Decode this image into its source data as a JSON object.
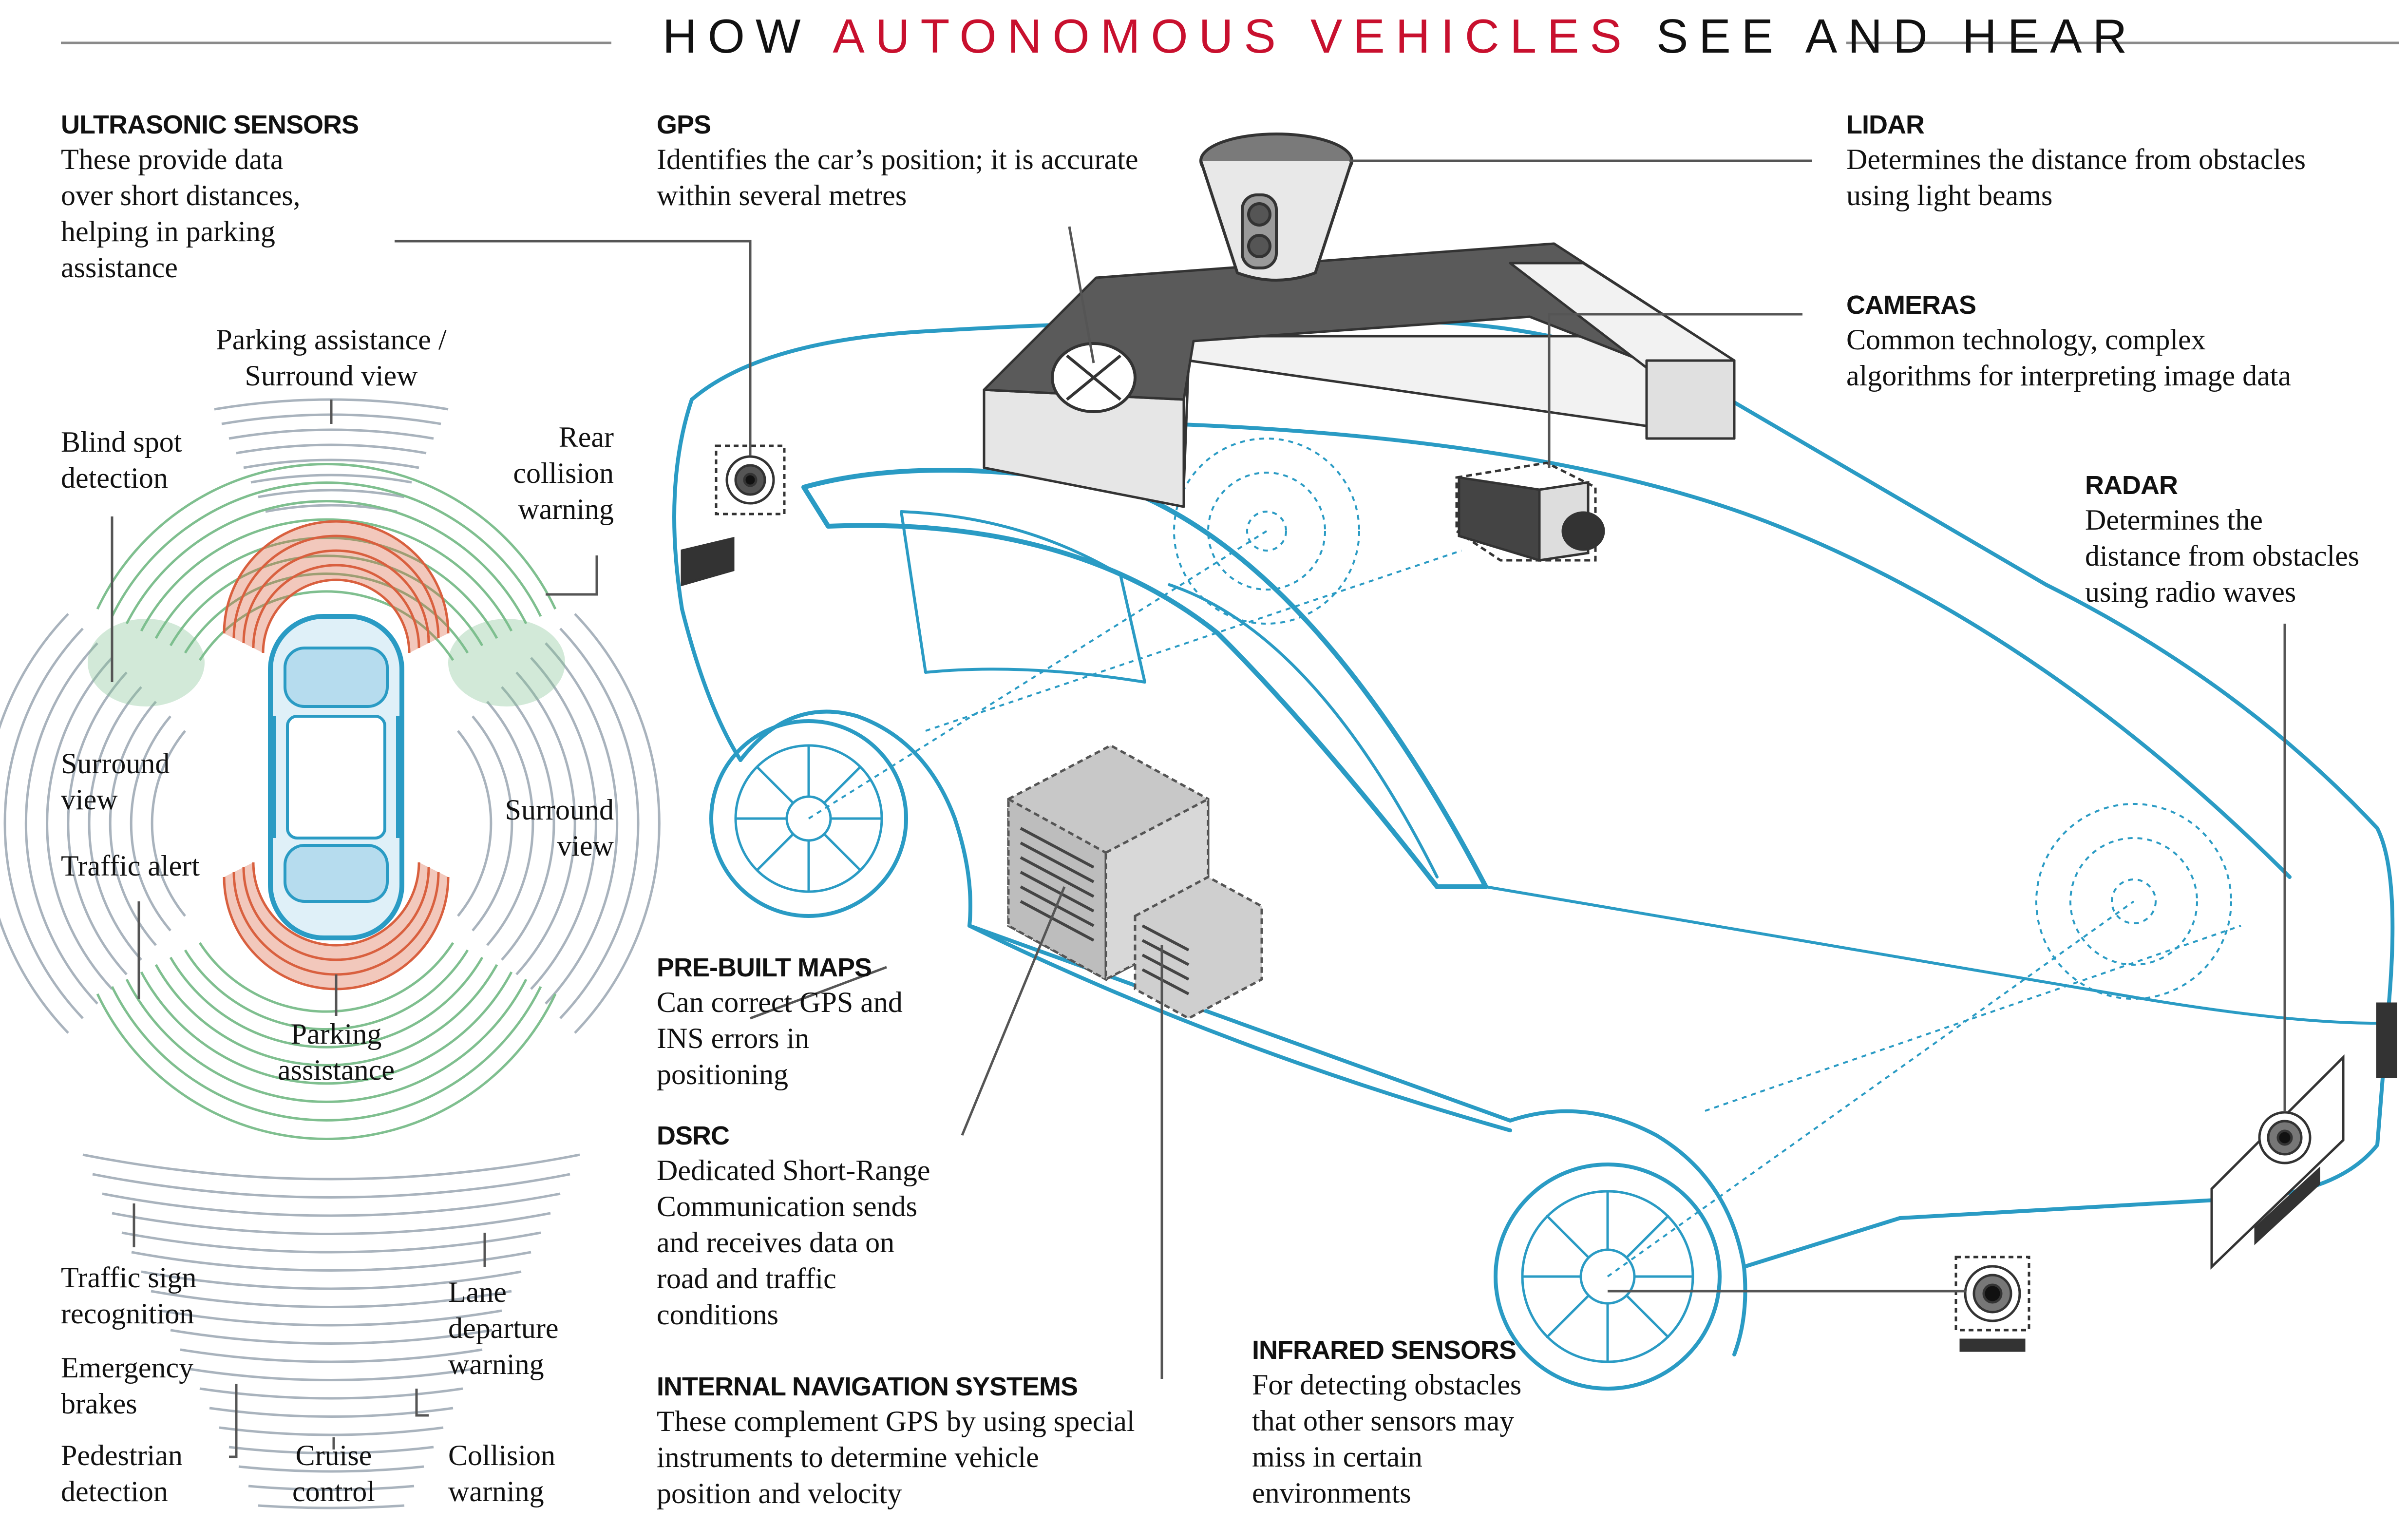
{
  "title": {
    "prefix": "HOW",
    "accent": "AUTONOMOUS VEHICLES",
    "suffix": "SEE AND HEAR",
    "accent_color": "#c8102e"
  },
  "sensors": {
    "ultrasonic": {
      "heading": "ULTRASONIC SENSORS",
      "text": "These provide data\nover short distances,\nhelping in parking\nassistance"
    },
    "gps": {
      "heading": "GPS",
      "text": "Identifies the car’s position; it is accurate\nwithin several metres"
    },
    "lidar": {
      "heading": "LIDAR",
      "text": "Determines the distance from obstacles\nusing light beams"
    },
    "cameras": {
      "heading": "CAMERAS",
      "text": "Common technology, complex\nalgorithms for interpreting image data"
    },
    "radar": {
      "heading": "RADAR",
      "text": "Determines the\ndistance from obstacles\nusing radio waves"
    },
    "maps": {
      "heading": "PRE-BUILT MAPS",
      "text": "Can correct GPS and\nINS errors in\npositioning"
    },
    "dsrc": {
      "heading": "DSRC",
      "text": "Dedicated Short-Range\nCommunication sends\nand receives data on\nroad and traffic\nconditions"
    },
    "ins": {
      "heading": "INTERNAL NAVIGATION SYSTEMS",
      "text": "These complement GPS by using special\ninstruments to determine vehicle\nposition and velocity"
    },
    "infrared": {
      "heading": "INFRARED SENSORS",
      "text": "For detecting obstacles\nthat other sensors may\nmiss in certain\nenvironments"
    }
  },
  "zones": {
    "parking_surround": "Parking assistance /\nSurround view",
    "blind_spot": "Blind spot\ndetection",
    "rear_collision": "Rear\ncollision\nwarning",
    "surround_left": "Surround\nview",
    "surround_right": "Surround\nview",
    "traffic_alert": "Traffic alert",
    "parking_assist": "Parking\nassistance",
    "traffic_sign": "Traffic sign\nrecognition",
    "lane_departure": "Lane\ndeparture\nwarning",
    "emergency_brakes": "Emergency\nbrakes",
    "pedestrian": "Pedestrian\ndetection",
    "cruise": "Cruise\ncontrol",
    "collision": "Collision\nwarning"
  },
  "colors": {
    "car_outline": "#2a9bc4",
    "green_zone": "#7fbf8f",
    "red_zone": "#d9603f",
    "grey_zone": "#a9b3bd",
    "leader": "#555555"
  }
}
